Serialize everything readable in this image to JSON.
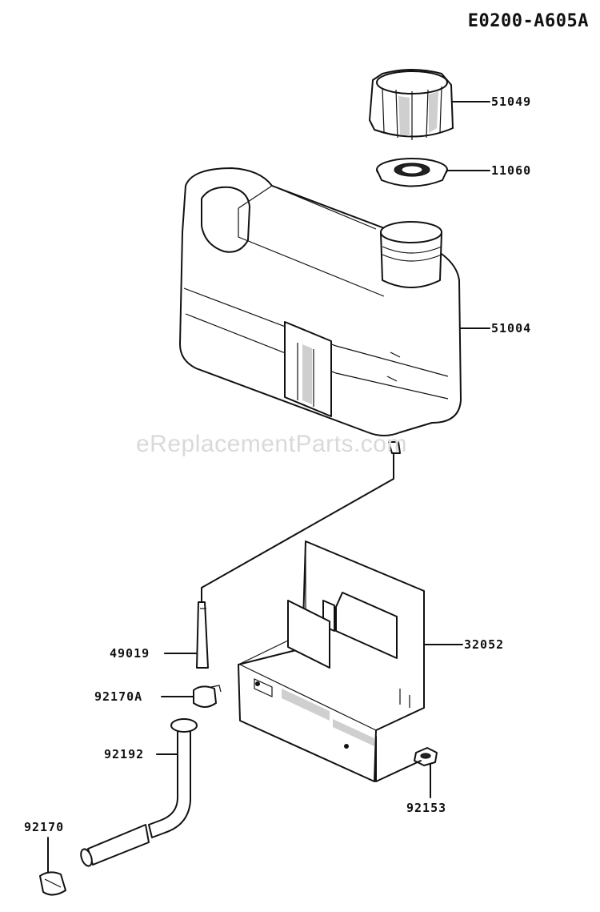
{
  "diagram": {
    "code": "E0200-A605A",
    "watermark": "eReplacementParts.com"
  },
  "parts": {
    "cap": "51049",
    "gasket": "11060",
    "fuel_tank": "51004",
    "bracket": "32052",
    "filter": "49019",
    "clamp_a": "92170A",
    "hose": "92192",
    "bolt": "92153",
    "clamp": "92170"
  }
}
